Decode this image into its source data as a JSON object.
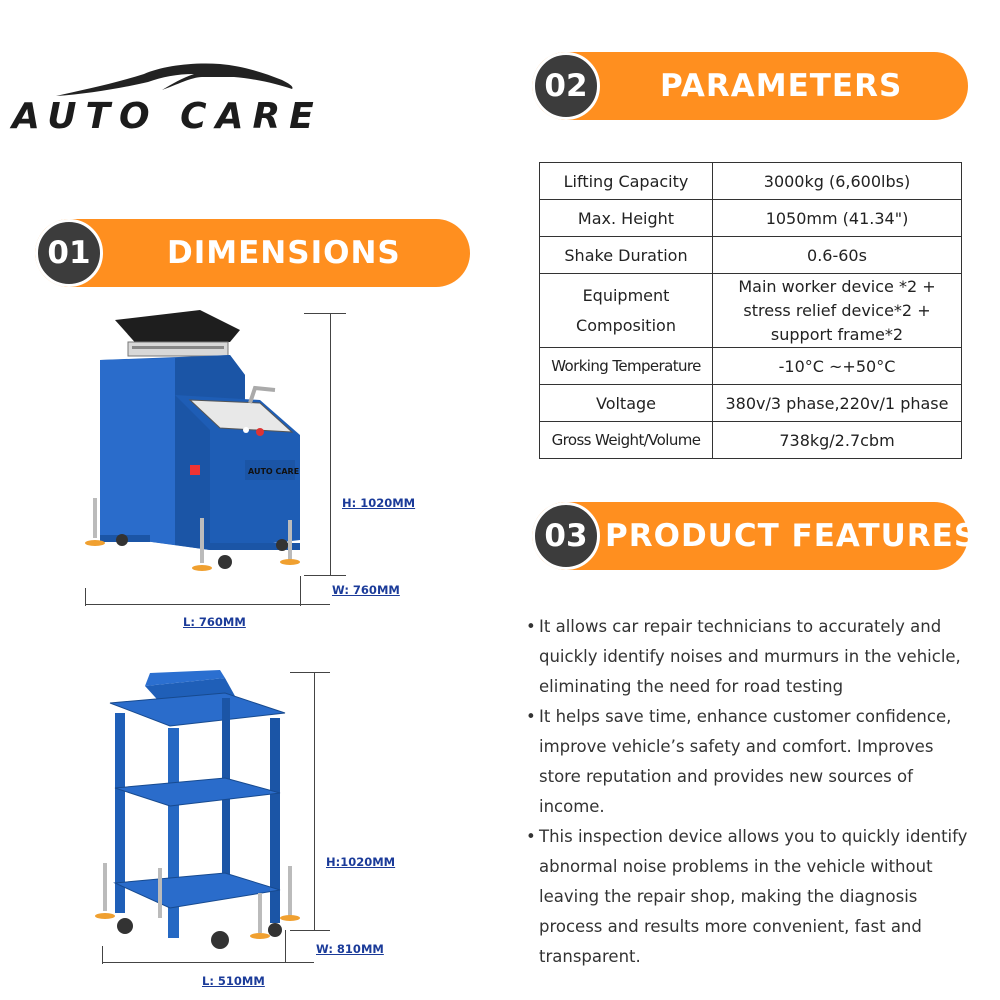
{
  "brand": {
    "name": "AUTO CARE"
  },
  "sections": {
    "dimensions": {
      "num": "01",
      "title": "DIMENSIONS"
    },
    "parameters": {
      "num": "02",
      "title": "PARAMETERS"
    },
    "features": {
      "num": "03",
      "title": "PRODUCT FEATURES"
    }
  },
  "parameters": [
    {
      "label": "Lifting Capacity",
      "value": "3000kg (6,600lbs)"
    },
    {
      "label": "Max. Height",
      "value": "1050mm (41.34\")"
    },
    {
      "label": "Shake Duration",
      "value": "0.6-60s"
    },
    {
      "label": "Equipment Composition",
      "label_lines": [
        "Equipment",
        "Composition"
      ],
      "value": "Main worker device *2 + stress relief device*2 + support frame*2",
      "value_lines": [
        "Main worker device *2 +",
        "stress relief device*2 +",
        "support frame*2"
      ]
    },
    {
      "label": "Working Temperature",
      "value": "-10°C ~+50°C"
    },
    {
      "label": "Voltage",
      "value": "380v/3 phase,220v/1 phase"
    },
    {
      "label": "Gross Weight/Volume",
      "value": "738kg/2.7cbm"
    }
  ],
  "features": [
    {
      "bullet": "•",
      "lines": [
        "It allows car repair technicians to accurately and",
        "quickly identify noises and murmurs in the vehicle,",
        "eliminating the need for road testing"
      ]
    },
    {
      "bullet": "•",
      "lines": [
        "It helps save time, enhance customer confidence,",
        "improve vehicle’s safety and comfort. Improves",
        "store reputation and provides new sources of",
        "income."
      ]
    },
    {
      "bullet": "•",
      "lines": [
        "This inspection device allows you to quickly identify",
        "abnormal noise problems in the vehicle without",
        "leaving the repair shop, making the diagnosis",
        "process and results more convenient, fast and",
        "transparent."
      ]
    }
  ],
  "dimensions": {
    "machine": {
      "height": "H: 1020MM",
      "width": "W: 760MM",
      "length": "L: 760MM",
      "nameplate": "AUTO CARE"
    },
    "frame": {
      "height": "H:1020MM",
      "width": "W: 810MM",
      "length": "L: 510MM"
    }
  },
  "colors": {
    "accent": "#ff8f1f",
    "badge": "#3c3c3c",
    "machine_blue": "#1f5fb8",
    "dim_text": "#1b3b99"
  }
}
